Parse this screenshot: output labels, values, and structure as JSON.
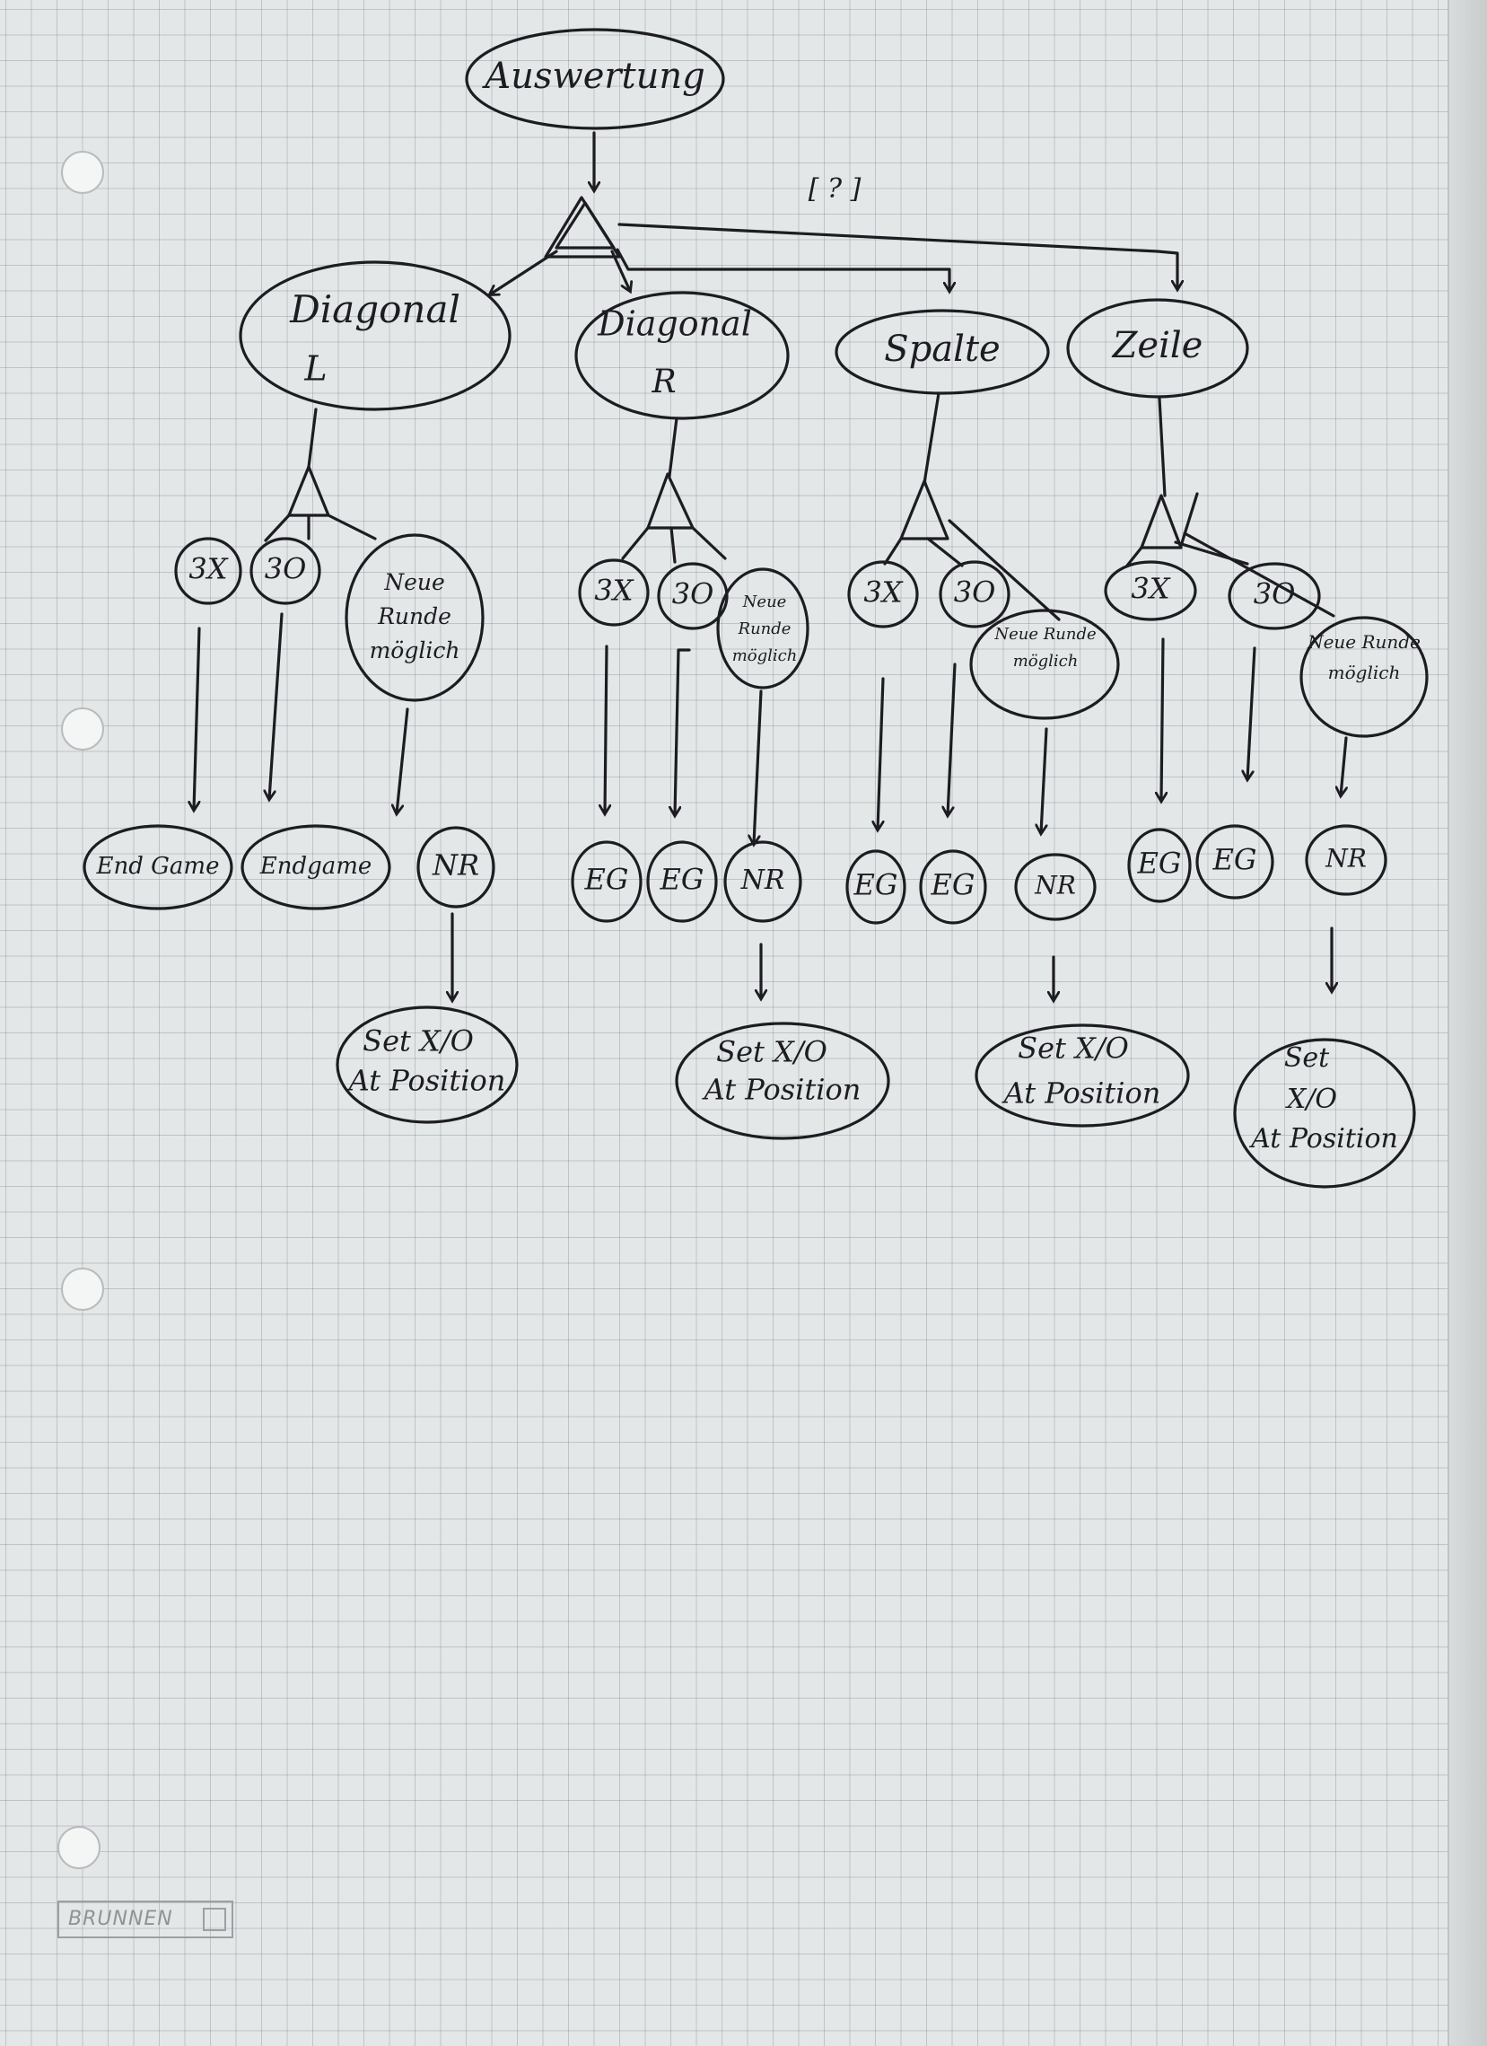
{
  "root": {
    "label": "Auswertung",
    "note": "[ ? ]"
  },
  "branches": [
    {
      "title_lines": [
        "Diagonal",
        "L"
      ],
      "children": [
        "3X",
        "3O",
        "Neue Runde möglich"
      ],
      "results": [
        "End Game",
        "Endgame",
        "NR"
      ],
      "action": [
        "Set X/O",
        "At Position"
      ]
    },
    {
      "title_lines": [
        "Diagonal",
        "R"
      ],
      "children": [
        "3X",
        "3O",
        "Neue Runde möglich"
      ],
      "results": [
        "EG",
        "EG",
        "NR"
      ],
      "action": [
        "Set X/O",
        "At Position"
      ]
    },
    {
      "title_lines": [
        "Spalte"
      ],
      "children": [
        "3X",
        "3O",
        "Neue Runde möglich"
      ],
      "results": [
        "EG",
        "EG",
        "NR"
      ],
      "action": [
        "Set X/O",
        "At Position"
      ]
    },
    {
      "title_lines": [
        "Zeile"
      ],
      "children": [
        "3X",
        "3O",
        "Neue Runde möglich"
      ],
      "results": [
        "EG",
        "EG",
        "NR"
      ],
      "action": [
        "Set",
        "X/O",
        "At Position"
      ]
    }
  ],
  "brand": "BRUNNEN"
}
